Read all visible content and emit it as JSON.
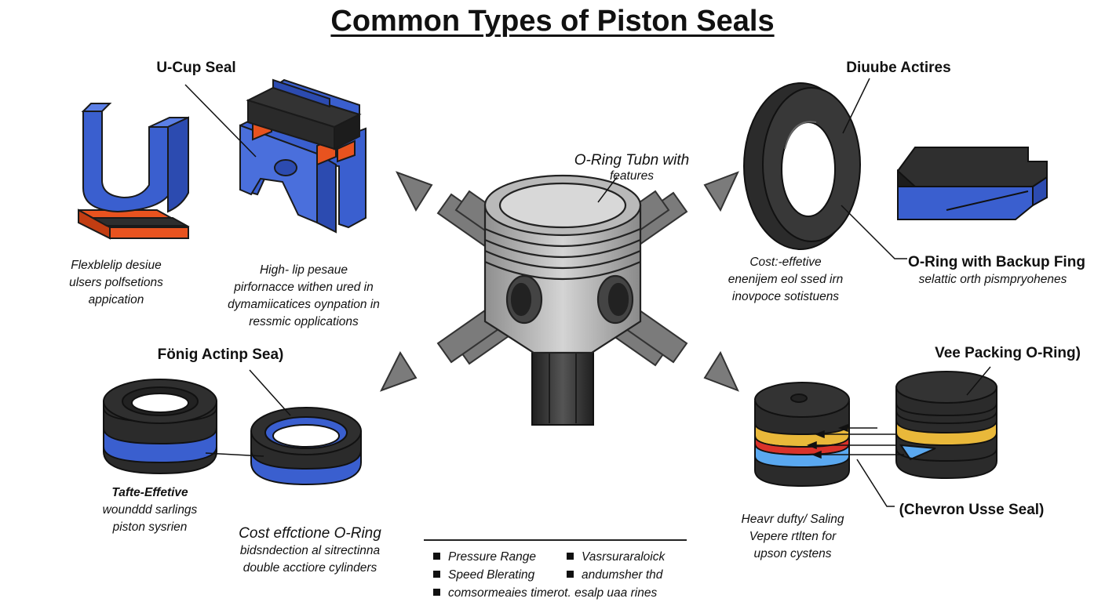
{
  "title": "Common Types of Piston Seals",
  "center": {
    "label": "O-Ring Tubn with",
    "sub": "features"
  },
  "ucup": {
    "label": "U-Cup Seal",
    "left_desc": [
      "Flexblelip desiue",
      "ulsers polfsetions",
      "appication"
    ],
    "right_desc": [
      "High- lip pesaue",
      "pirfornacce withen ured in",
      "dymamiicatices oynpation in",
      "ressmic opplications"
    ]
  },
  "double": {
    "label": "Diuube Actires",
    "callout": "O-Ring with Backup Fing",
    "callout_desc": "selattic orth pismpryohenes",
    "desc": [
      "Cost:-effetive",
      "enenijem eol  ssed irn",
      "inovpoce sotistuens"
    ]
  },
  "oring": {
    "label": "Fönig Actinp Sea)",
    "left_desc": [
      "Tafte-Effetive",
      "wounddd sarlings",
      "piston sysrien"
    ],
    "right_title": "Cost effctione O-Ring",
    "right_desc": [
      "bidsndection al sitrectinna",
      "double acctiore cylinders"
    ]
  },
  "vee": {
    "label": "Vee Packing O-Ring)",
    "chevron": "(Chevron Usse Seal)",
    "desc": [
      "Heavr dufty/ Saling",
      "Vepere rtlten for",
      "upson cystens"
    ]
  },
  "legend": {
    "items": [
      "Pressure Range",
      "Vasrsuraraloick",
      "Speed Blerating",
      "andumsher thd",
      "comsormeaies timerot. esalp uaa rines"
    ]
  },
  "colors": {
    "blue": "#3a5fcf",
    "orange": "#e8531f",
    "dark": "#2b2b2b",
    "gray": "#8a8a8a",
    "yellow": "#e9b83a",
    "red": "#d9322a",
    "lightblue": "#5aa8f0"
  }
}
